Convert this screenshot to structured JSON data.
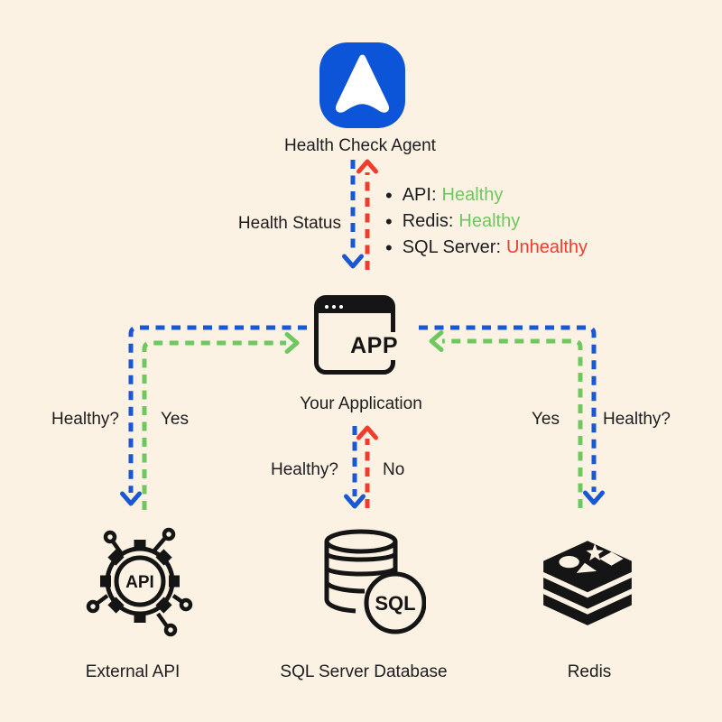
{
  "colors": {
    "background": "#fcf2e3",
    "ink": "#1d1d1f",
    "icon-ink": "#151515",
    "blue": "#1a57d4",
    "red": "#f23b2f",
    "green": "#6fc75f",
    "agent-blue": "#0d55d8"
  },
  "agent": {
    "label": "Health Check Agent",
    "icon": "health-check-agent-icon"
  },
  "status_panel": {
    "edge_label": "Health Status",
    "items": [
      {
        "label": "API:",
        "value": "Healthy",
        "state": "healthy"
      },
      {
        "label": "Redis:",
        "value": "Healthy",
        "state": "healthy"
      },
      {
        "label": "SQL Server:",
        "value": "Unhealthy",
        "state": "unhealthy"
      }
    ]
  },
  "app": {
    "icon": "browser-window-icon",
    "icon_text": "APP",
    "label": "Your Application"
  },
  "edges": {
    "external_api": {
      "query": "Healthy?",
      "answer": "Yes"
    },
    "sql_server": {
      "query": "Healthy?",
      "answer": "No"
    },
    "redis": {
      "query": "Healthy?",
      "answer": "Yes"
    }
  },
  "services": {
    "external_api": {
      "label": "External API",
      "icon": "api-gear-icon",
      "icon_text": "API"
    },
    "sql_server": {
      "label": "SQL Server Database",
      "icon": "sql-database-icon",
      "icon_text": "SQL"
    },
    "redis": {
      "label": "Redis",
      "icon": "redis-stack-icon"
    }
  }
}
